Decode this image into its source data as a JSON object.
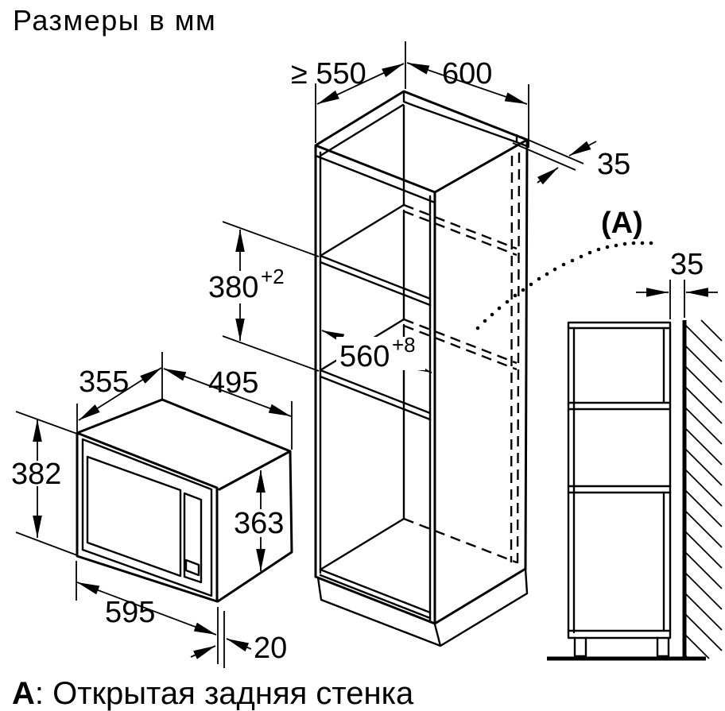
{
  "title": "Размеры в мм",
  "footnote": {
    "label": "A",
    "text": ": Открытая задняя стенка"
  },
  "callout_a": "(A)",
  "cabinet": {
    "depth_min": "≥ 550",
    "width": "600",
    "rear_cutout": "35",
    "niche_height": "380",
    "niche_height_tol": "+2",
    "niche_width": "560",
    "niche_width_tol": "+8"
  },
  "microwave": {
    "depth": "355",
    "width": "495",
    "front_height": "382",
    "body_height": "363",
    "front_width": "595",
    "frame_overhang": "20"
  },
  "side_view": {
    "wall_gap": "35"
  }
}
